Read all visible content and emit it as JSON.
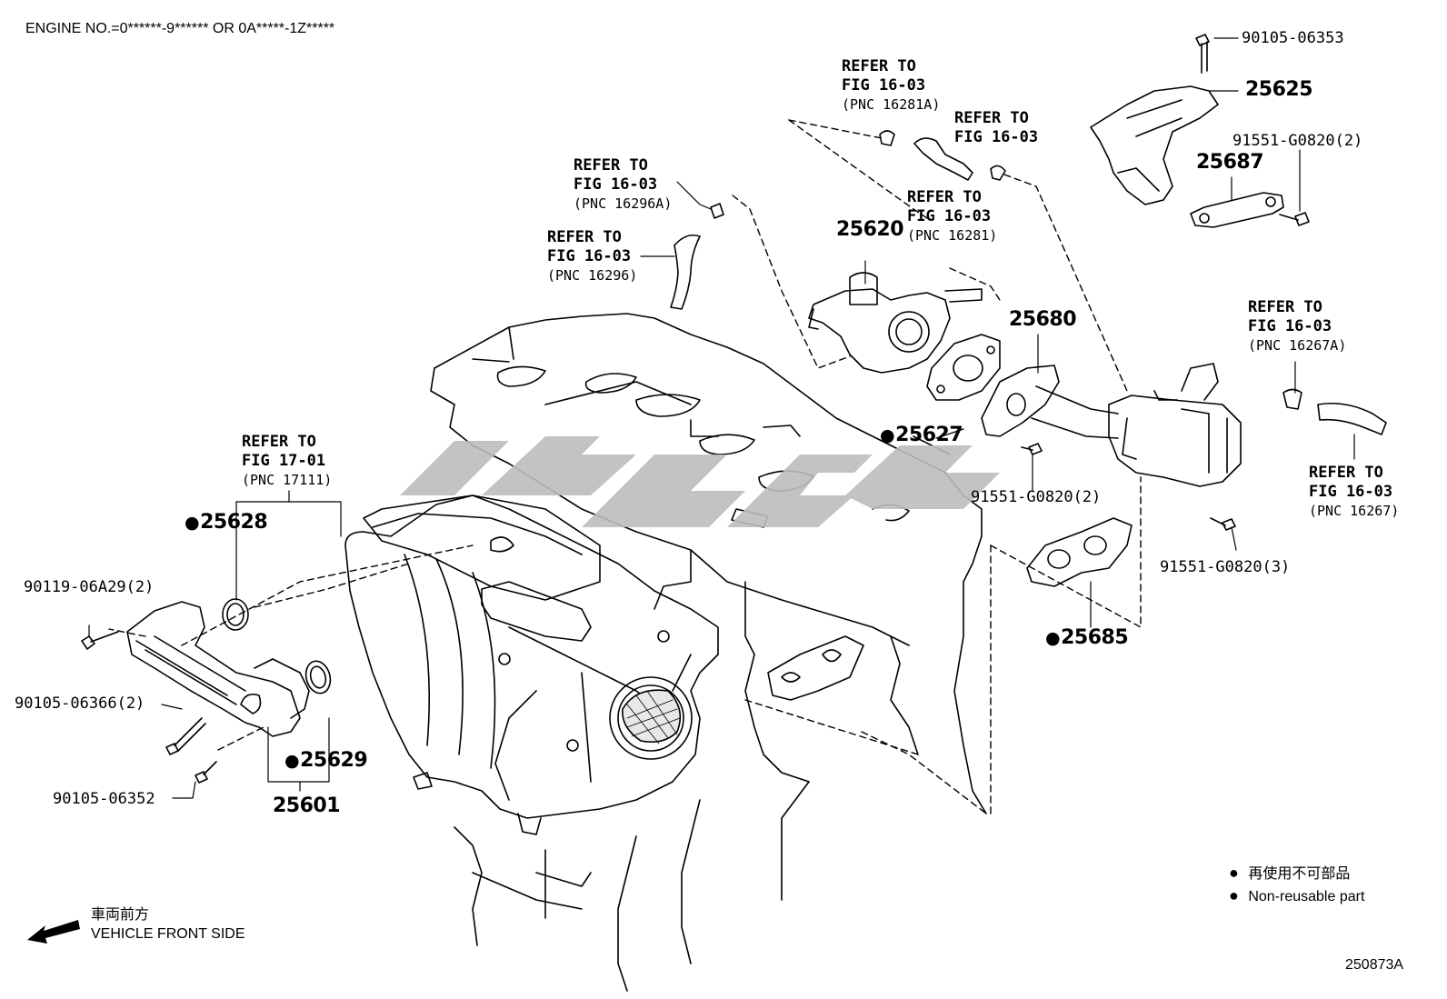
{
  "header": {
    "engine_no": "ENGINE NO.=0******-9****** OR 0A*****-1Z*****"
  },
  "parts": {
    "p90105_06353": "90105-06353",
    "p25625": "25625",
    "p91551_G0820_2_top": "91551-G0820(2)",
    "p25687": "25687",
    "p25620": "25620",
    "p25680": "25680",
    "p25627": "25627",
    "p91551_G0820_2_mid": "91551-G0820(2)",
    "p91551_G0820_3": "91551-G0820(3)",
    "p25685": "25685",
    "p25628": "25628",
    "p90119_06A29": "90119-06A29(2)",
    "p90105_06366": "90105-06366(2)",
    "p90105_06352": "90105-06352",
    "p25629": "25629",
    "p25601": "25601"
  },
  "refs": {
    "r16281A": {
      "line1": "REFER TO",
      "line2": "FIG 16-03",
      "line3": "(PNC 16281A)"
    },
    "r_top_mid": {
      "line1": "REFER TO",
      "line2": "FIG 16-03"
    },
    "r16296A": {
      "line1": "REFER TO",
      "line2": "FIG 16-03",
      "line3": "(PNC 16296A)"
    },
    "r16296": {
      "line1": "REFER TO",
      "line2": "FIG 16-03",
      "line3": "(PNC 16296)"
    },
    "r16281": {
      "line1": "REFER TO",
      "line2": "FIG 16-03",
      "line3": "(PNC 16281)"
    },
    "r16267A": {
      "line1": "REFER TO",
      "line2": "FIG 16-03",
      "line3": "(PNC 16267A)"
    },
    "r16267": {
      "line1": "REFER TO",
      "line2": "FIG 16-03",
      "line3": "(PNC 16267)"
    },
    "r17111": {
      "line1": "REFER TO",
      "line2": "FIG 17-01",
      "line3": "(PNC 17111)"
    }
  },
  "legend": {
    "jp": "再使用不可部品",
    "en": "Non-reusable part"
  },
  "front": {
    "jp": "車両前方",
    "en": "VEHICLE FRONT SIDE"
  },
  "footer": {
    "code": "250873A"
  },
  "watermark": {
    "color": "#bdbdbd"
  }
}
